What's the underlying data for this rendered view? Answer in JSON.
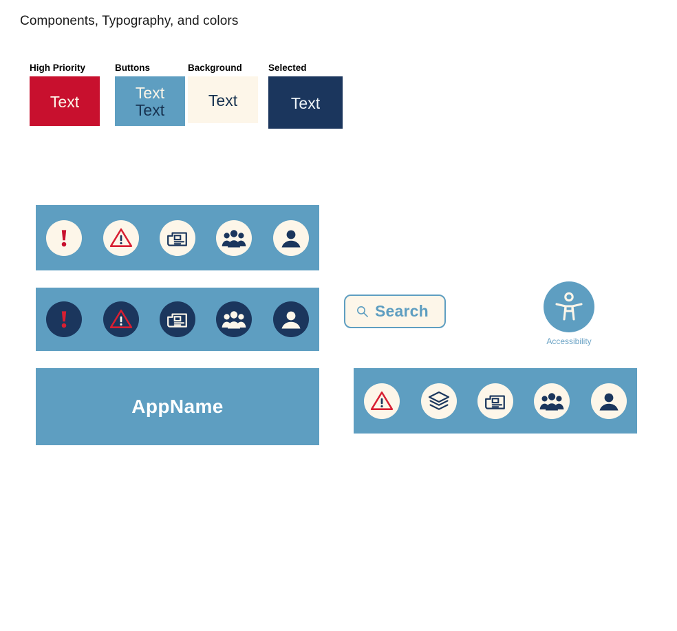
{
  "page": {
    "title": "Components, Typography, and colors"
  },
  "palette": {
    "high_priority": "#c8102e",
    "buttons": "#5e9ec1",
    "background": "#fdf6e9",
    "selected": "#1b365d",
    "text_on_dark": "#fdf6e9",
    "text_on_light": "#16314f",
    "accessibility_label": "#6ba3c5"
  },
  "swatches": [
    {
      "name": "high-priority",
      "label": "High Priority",
      "color": "#c8102e",
      "samples": [
        "Text"
      ]
    },
    {
      "name": "buttons",
      "label": "Buttons",
      "color": "#5e9ec1",
      "samples": [
        "Text",
        "Text"
      ]
    },
    {
      "name": "background",
      "label": "Background",
      "color": "#fdf6e9",
      "samples": [
        "Text"
      ]
    },
    {
      "name": "selected",
      "label": "Selected",
      "color": "#1b365d",
      "samples": [
        "Text"
      ]
    }
  ],
  "icon_bars": [
    {
      "name": "icon-bar-light",
      "bar_color": "#5e9ec1",
      "circle_color": "#fdf6e9",
      "icons": [
        "exclamation-icon",
        "warning-triangle-icon",
        "newspaper-icon",
        "group-icon",
        "avatar-icon"
      ]
    },
    {
      "name": "icon-bar-dark",
      "bar_color": "#5e9ec1",
      "circle_color": "#1b365d",
      "icons": [
        "exclamation-icon",
        "warning-triangle-icon",
        "newspaper-icon",
        "group-icon",
        "avatar-icon"
      ]
    },
    {
      "name": "icon-bar-bottom",
      "bar_color": "#5e9ec1",
      "circle_color": "#fdf6e9",
      "icons": [
        "warning-triangle-icon",
        "layers-icon",
        "newspaper-icon",
        "group-icon",
        "avatar-icon"
      ]
    }
  ],
  "app_banner": {
    "label": "AppName"
  },
  "search": {
    "label": "Search",
    "icon": "search-icon"
  },
  "accessibility": {
    "label": "Accessibility",
    "icon": "accessibility-person-icon"
  }
}
